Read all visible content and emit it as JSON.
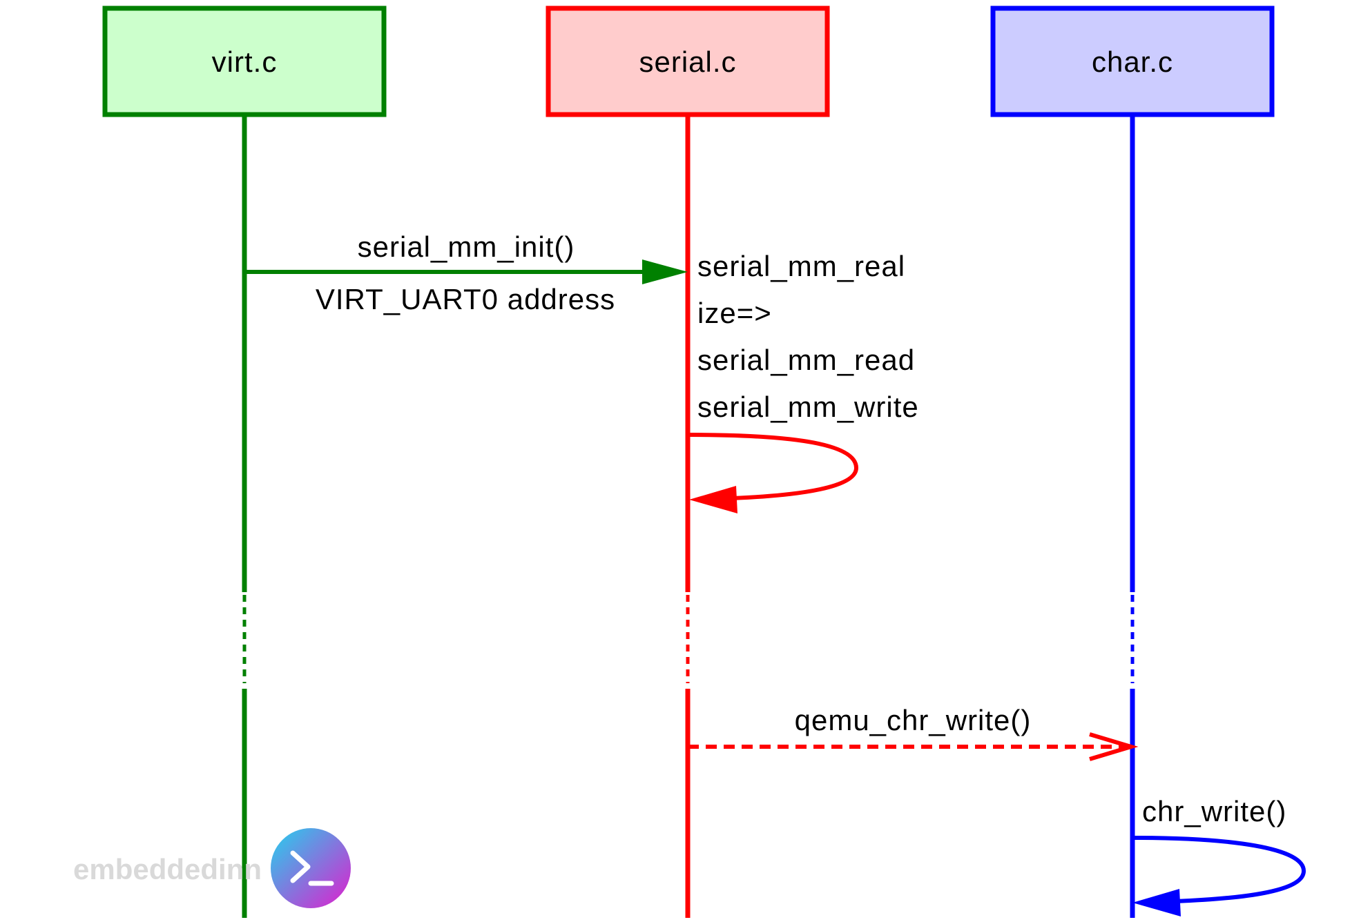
{
  "participants": [
    {
      "label": "virt.c",
      "color": "#008000",
      "fill": "#ccffcc"
    },
    {
      "label": "serial.c",
      "color": "#ff0000",
      "fill": "#ffcccc"
    },
    {
      "label": "char.c",
      "color": "#0000ff",
      "fill": "#ccccff"
    }
  ],
  "messages": {
    "init": {
      "label": "serial_mm_init()",
      "sublabel": "VIRT_UART0 address"
    },
    "self_serial": {
      "lines": [
        "serial_mm_real",
        "ize=>",
        "serial_mm_read",
        "serial_mm_write"
      ]
    },
    "chr_write": {
      "label": "qemu_chr_write()"
    },
    "self_char": {
      "label": "chr_write()"
    }
  },
  "watermark": {
    "text": "embeddedinn"
  }
}
